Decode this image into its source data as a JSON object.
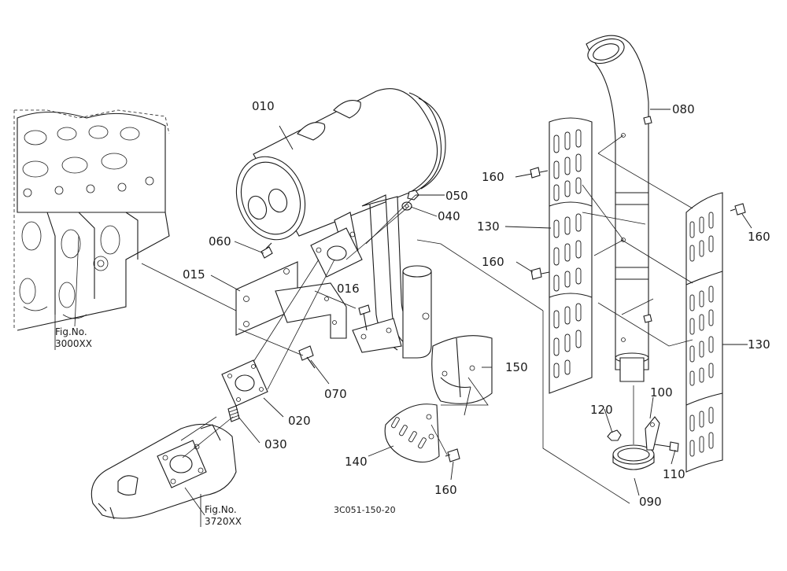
{
  "parts": {
    "p010": "010",
    "p015": "015",
    "p016": "016",
    "p020": "020",
    "p030": "030",
    "p040": "040",
    "p050": "050",
    "p060": "060",
    "p070": "070",
    "p080": "080",
    "p090": "090",
    "p100": "100",
    "p110": "110",
    "p120": "120",
    "p130a": "130",
    "p130b": "130",
    "p140": "140",
    "p150": "150",
    "p160a": "160",
    "p160b": "160",
    "p160c": "160",
    "p160d": "160"
  },
  "figures": {
    "engine_ref_line1": "Fig.No.",
    "engine_ref_line2": "3000XX",
    "manifold_ref_line1": "Fig.No.",
    "manifold_ref_line2": "3720XX"
  },
  "document_code": "3C051-150-20"
}
